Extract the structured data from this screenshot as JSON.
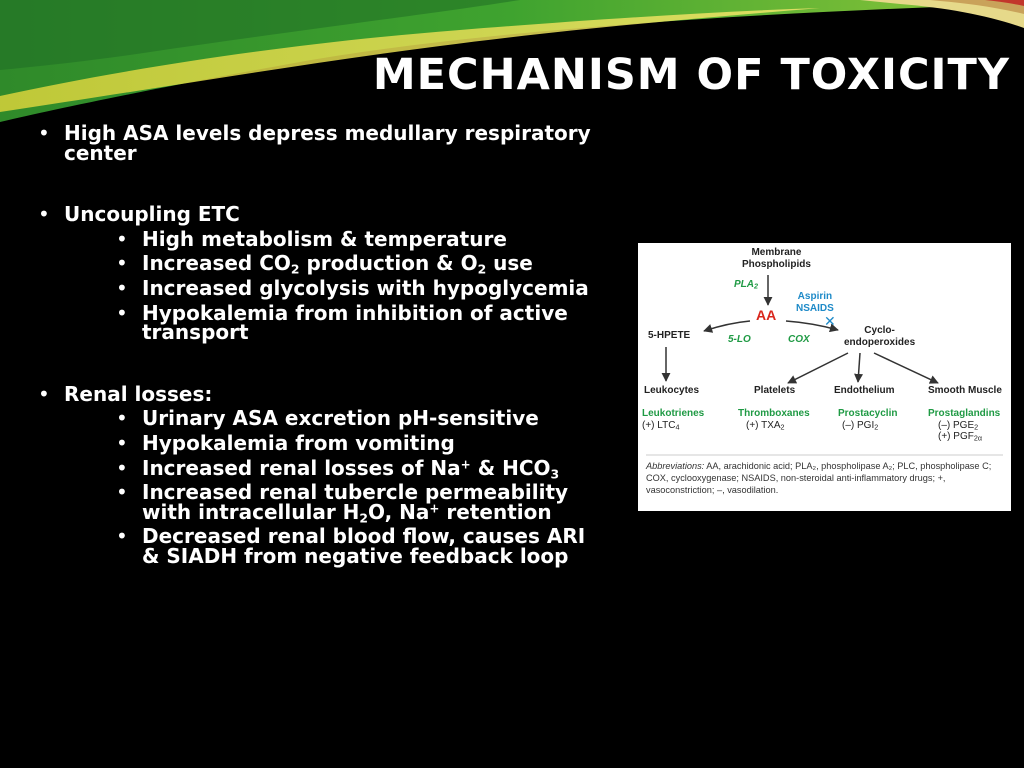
{
  "slide": {
    "title": "MECHANISM OF TOXICITY",
    "colors": {
      "background": "#000000",
      "accent_green": "#3aa82c",
      "accent_yellow": "#e5dd3a",
      "text": "#ffffff"
    }
  },
  "bullets": {
    "b1": "High ASA levels depress medullary respiratory center",
    "b2": "Uncoupling ETC",
    "b2_1": "High metabolism & temperature",
    "b2_2_a": "Increased CO",
    "b2_2_sub1": "2",
    "b2_2_b": " production & O",
    "b2_2_sub2": "2",
    "b2_2_c": " use",
    "b2_3": "Increased glycolysis with hypoglycemia",
    "b2_4": "Hypokalemia from inhibition of active transport",
    "b3": "Renal losses:",
    "b3_1": "Urinary ASA excretion pH-sensitive",
    "b3_2": "Hypokalemia from vomiting",
    "b3_3_a": "Increased renal losses of Na",
    "b3_3_sup": "+",
    "b3_3_b": " & HCO",
    "b3_3_sub": "3",
    "b3_4_a": "Increased renal tubercle permeability with intracellular H",
    "b3_4_sub": "2",
    "b3_4_b": "O, Na",
    "b3_4_sup": "+",
    "b3_4_c": " retention",
    "b3_5": "Decreased renal blood flow, causes ARI & SIADH from negative feedback loop"
  },
  "figure": {
    "membrane_1": "Membrane",
    "membrane_2": "Phospholipids",
    "pla2": "PLA",
    "pla2_sub": "2",
    "aspirin": "Aspirin",
    "nsaids": "NSAIDS",
    "aa": "AA",
    "x_mark": "✕",
    "hpete": "5-HPETE",
    "lo": "5-LO",
    "cox": "COX",
    "cyclo_1": "Cyclo-",
    "cyclo_2": "endoperoxides",
    "leukocytes": "Leukocytes",
    "platelets": "Platelets",
    "endothelium": "Endothelium",
    "smooth_muscle": "Smooth Muscle",
    "leukotrienes": "Leukotrienes",
    "ltc4": "(+) LTC",
    "ltc4_sub": "4",
    "thromboxanes": "Thromboxanes",
    "txa2": "(+) TXA",
    "txa2_sub": "2",
    "prostacyclin": "Prostacyclin",
    "pgi2": "(–) PGI",
    "pgi2_sub": "2",
    "prostaglandins": "Prostaglandins",
    "pge2": "(–) PGE",
    "pge2_sub": "2",
    "pgf2": "(+) PGF",
    "pgf2_sub": "2α",
    "abbr_label": "Abbreviations:",
    "abbr_text": " AA, arachidonic acid; PLA₂, phospholipase A₂; PLC, phospholipase C; COX, cyclooxygenase; NSAIDS, non-steroidal anti-inflammatory drugs; +, vasoconstriction; –, vasodilation."
  }
}
